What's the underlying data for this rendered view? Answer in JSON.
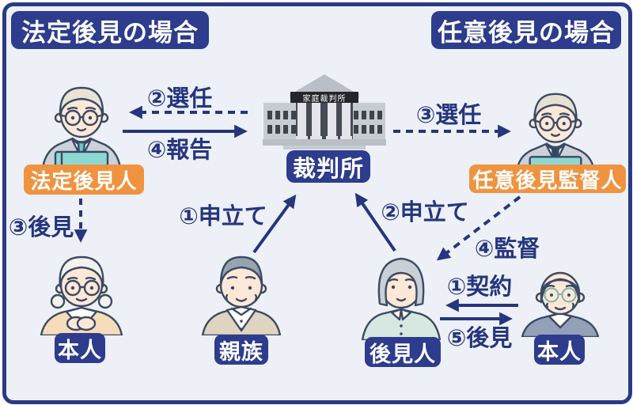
{
  "colors": {
    "frame_border": "#2b3a85",
    "background": "#edf1f7",
    "navy_box": "#2d3c8c",
    "orange_box": "#ef9340",
    "arrow": "#26357d",
    "label_text": "#ffffff"
  },
  "titles": {
    "left": "法定後見の場合",
    "right": "任意後見の場合"
  },
  "court": {
    "building_sign": "家庭裁判所",
    "label": "裁判所"
  },
  "actors": {
    "legal_guardian": {
      "label": "法定後見人"
    },
    "voluntary_supervisor": {
      "label": "任意後見監督人"
    },
    "principal_left": {
      "label": "本人"
    },
    "relative": {
      "label": "親族"
    },
    "voluntary_guardian": {
      "label": "後見人"
    },
    "principal_right": {
      "label": "本人"
    }
  },
  "arrows": [
    {
      "label": "②選任",
      "style": "dashed",
      "from": "court",
      "to": "legal_guardian"
    },
    {
      "label": "④報告",
      "style": "solid",
      "from": "legal_guardian",
      "to": "court"
    },
    {
      "label": "③選任",
      "style": "dashed",
      "from": "court",
      "to": "voluntary_supervisor"
    },
    {
      "label": "③後見",
      "style": "dashed",
      "from": "legal_guardian",
      "to": "principal_left"
    },
    {
      "label": "①申立て",
      "style": "solid",
      "from": "relative",
      "to": "court"
    },
    {
      "label": "②申立て",
      "style": "solid",
      "from": "voluntary_guardian",
      "to": "court"
    },
    {
      "label": "④監督",
      "style": "dashed",
      "from": "voluntary_supervisor",
      "to": "voluntary_guardian"
    },
    {
      "label": "①契約",
      "style": "solid",
      "from": "principal_right",
      "to": "voluntary_guardian"
    },
    {
      "label": "⑤後見",
      "style": "solid",
      "from": "voluntary_guardian",
      "to": "principal_right"
    }
  ]
}
